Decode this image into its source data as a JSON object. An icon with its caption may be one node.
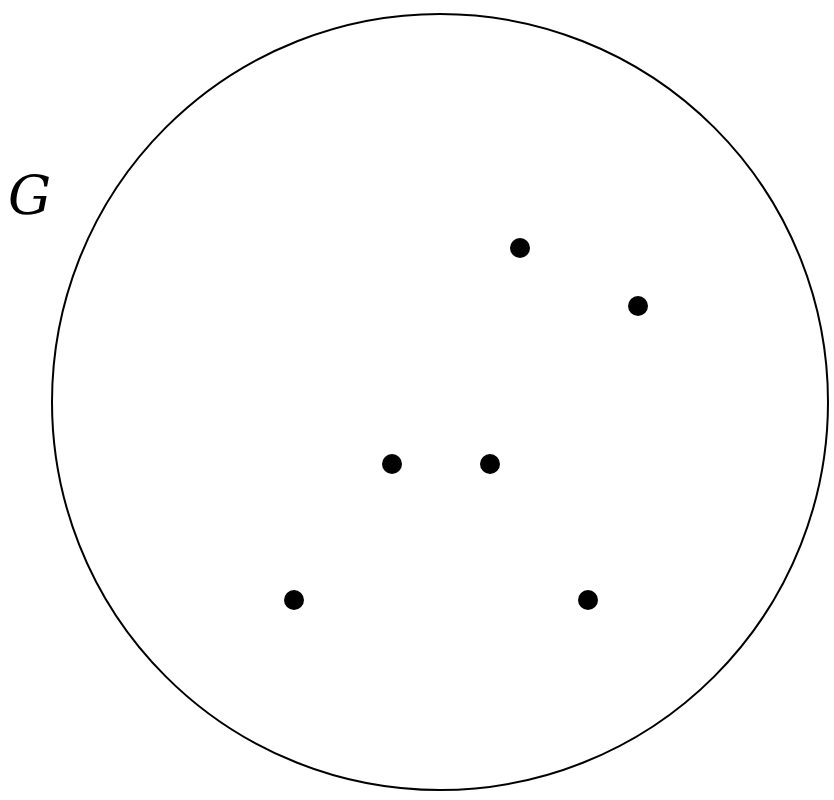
{
  "diagram": {
    "nodes": [
      {
        "text": [
          "G"
        ]
      },
      {
        "text": [],
        "shape": "circle",
        "in": 0
      },
      {
        "text": [],
        "shape": "circle",
        "in": 0
      },
      {
        "text": [],
        "shape": "circle",
        "in": 0
      },
      {
        "text": [],
        "shape": "circle",
        "in": 0
      },
      {
        "text": [],
        "shape": "circle",
        "in": 0
      },
      {
        "text": [],
        "shape": "circle",
        "in": 0
      }
    ]
  }
}
